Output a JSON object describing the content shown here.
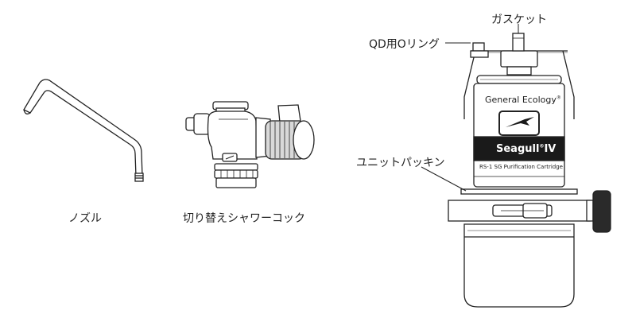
{
  "labels": {
    "nozzle": "ノズル",
    "shower_cock": "切り替えシャワーコック",
    "gasket": "ガスケット",
    "qd_o_ring": "QD用Oリング",
    "unit_packing": "ユニットパッキン"
  },
  "cartridge": {
    "brand": "General Ecology",
    "brand_mark": "®",
    "model": "Seagull",
    "model_suffix": "IV",
    "model_mark": "®",
    "description": "RS-1 SG Purification Cartridge"
  },
  "colors": {
    "stroke": "#222222",
    "ink": "#1a1a1a",
    "fill_light": "#ffffff",
    "fill_gray": "#d9d9d9",
    "knob_dark": "#2a2a2a"
  },
  "icons": {
    "seagull_logo": "seagull-icon"
  }
}
